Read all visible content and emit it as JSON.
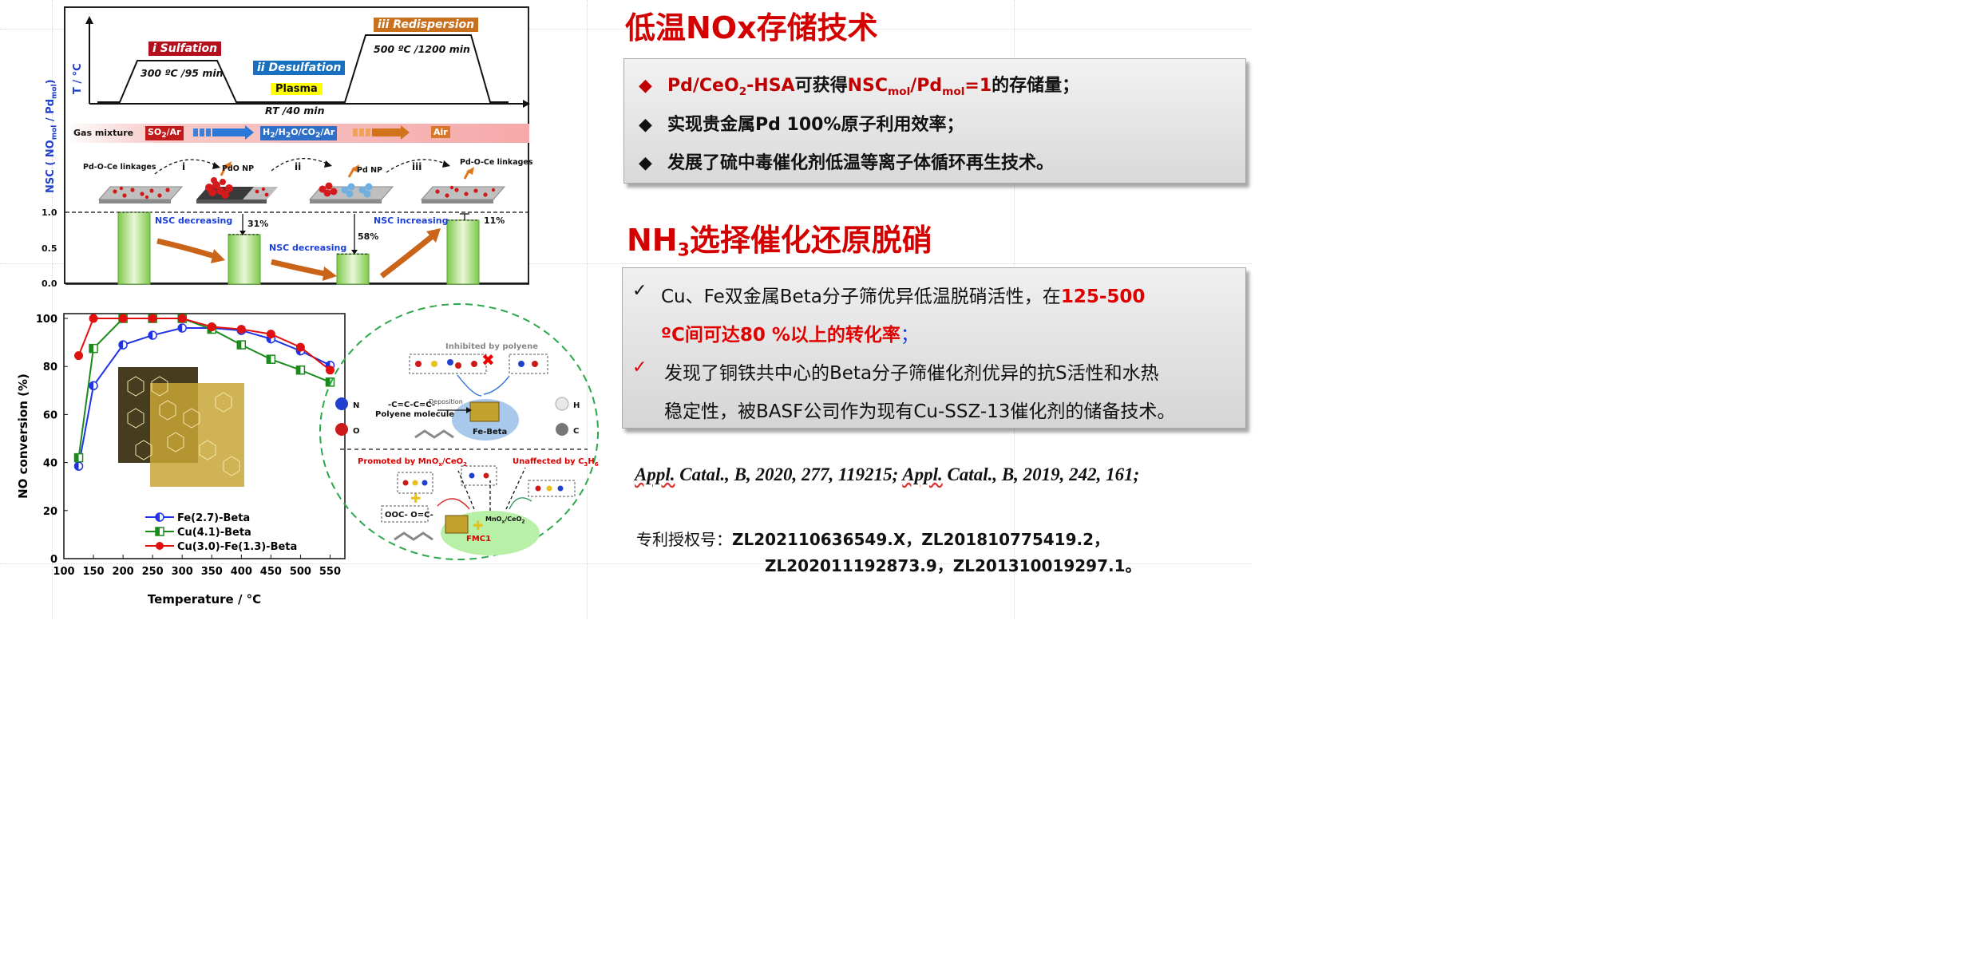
{
  "schematic": {
    "stages": [
      {
        "label": "i Sulfation",
        "color": "#b40f1c",
        "condition": "300 ºC /95 min"
      },
      {
        "label": "ii Desulfation",
        "color": "#1771c0",
        "condition": "RT /40 min",
        "extra": "Plasma"
      },
      {
        "label": "iii Redispersion",
        "color": "#c8701e",
        "condition": "500 ºC /1200 min"
      }
    ],
    "temp_axis": "T / °C",
    "y_axis": "NSC ( NO",
    "gas_row_label": "Gas mixture",
    "gases": [
      "SO2/Ar",
      "H2/H2O/CO2/Ar",
      "Air"
    ],
    "gas_sub": {
      "so2": "2",
      "h2": "2",
      "h2o": "2",
      "co2": "2"
    },
    "species": [
      "Pd-O-Ce linkages",
      "PdO NP",
      "Pd NP",
      "Pd-O-Ce linkages"
    ],
    "steps": [
      "i",
      "ii",
      "iii"
    ],
    "bar_yticks": [
      "1.0",
      "0.5",
      "0.0"
    ],
    "bar_notes": [
      "NSC decreasing",
      "NSC decreasing",
      "NSC increasing"
    ],
    "drops": [
      "31%",
      "58%",
      "11%"
    ],
    "bar_values": [
      1.0,
      0.69,
      0.42,
      0.89
    ]
  },
  "chart_data": {
    "type": "line",
    "xlabel": "Temperature / °C",
    "ylabel": "NO conversion (%)",
    "xlim": [
      100,
      575
    ],
    "ylim": [
      0,
      102
    ],
    "xticks": [
      "100",
      "150",
      "200",
      "250",
      "300",
      "350",
      "400",
      "450",
      "500",
      "550"
    ],
    "yticks": [
      "0",
      "20",
      "40",
      "60",
      "80",
      "100"
    ],
    "legend_position": "bottom-left",
    "series": [
      {
        "name": "Fe(2.7)-Beta",
        "color": "#1f32e6",
        "x": [
          125,
          150,
          200,
          250,
          300,
          350,
          400,
          450,
          500,
          550
        ],
        "y": [
          38.5,
          72,
          89,
          93,
          96,
          96,
          95,
          91.5,
          86.5,
          80.5
        ]
      },
      {
        "name": "Cu(4.1)-Beta",
        "color": "#1a8a1a",
        "x": [
          125,
          150,
          200,
          250,
          300,
          350,
          400,
          450,
          500,
          550
        ],
        "y": [
          42,
          87.5,
          100,
          100,
          100,
          95.5,
          89,
          83,
          78.5,
          73.5
        ]
      },
      {
        "name": "Cu(3.0)-Fe(1.3)-Beta",
        "color": "#e01010",
        "x": [
          125,
          150,
          200,
          250,
          300,
          350,
          400,
          450,
          500,
          550
        ],
        "y": [
          84.5,
          100,
          100,
          100,
          100,
          96.5,
          95.5,
          93.5,
          88,
          78.5
        ]
      }
    ]
  },
  "mechanism": {
    "inhibited": "Inhibited by polyene",
    "deposition": "Deposition",
    "polyene_formula": "-C=C-C=C-",
    "polyene": "Polyene molecule",
    "fe_beta": "Fe-Beta",
    "promoted": "Promoted by MnOx/CeO2",
    "unaffected": "Unaffected by C3H6",
    "ooc": "OOC-  O=C-",
    "mnox": "MnOx/CeO2",
    "fmc1": "FMC1",
    "atoms": [
      "N",
      "O",
      "H",
      "C"
    ]
  },
  "right": {
    "title1": "低温NOx存储技术",
    "box1": {
      "row1": {
        "a": "Pd/CeO",
        "a_sub": "2",
        "b": "-HSA",
        "c": "可获得",
        "d": "NSC",
        "d_sub": "mol",
        "e": "/Pd",
        "e_sub": "mol",
        "f": "=1",
        "g": "的存储量；"
      },
      "row2": "实现贵金属Pd 100%原子利用效率；",
      "row3": "发展了硫中毒催化剂低温等离子体循环再生技术。",
      "bullet_red": "◆",
      "bullet_black": "◆"
    },
    "title2": {
      "a": "NH",
      "sub": "3",
      "b": "选择催化还原脱硝"
    },
    "box2": {
      "check": "✓",
      "l1a": "Cu、Fe双金属Beta分子筛优异低温脱硝活性，在",
      "l1b": "125-500",
      "l2a": "ºC间可达80 %以上的转化率",
      "l2b": "；",
      "l3": "发现了铜铁共中心的Beta分子筛催化剂优异的抗S活性和水热",
      "l4": "稳定性，被BASF公司作为现有Cu-SSZ-13催化剂的储备技术。"
    },
    "refs": {
      "j1": "Appl.",
      "r1": " Catal., B, 2020, 277, 119215;  ",
      "j2": "Appl.",
      "r2": " Catal., B, 2019, 242, 161;"
    },
    "patent": {
      "label": "专利授权号：",
      "n1": "ZL202110636549.X，ZL201810775419.2，",
      "n2": "ZL202011192873.9，ZL201310019297.1。"
    }
  }
}
